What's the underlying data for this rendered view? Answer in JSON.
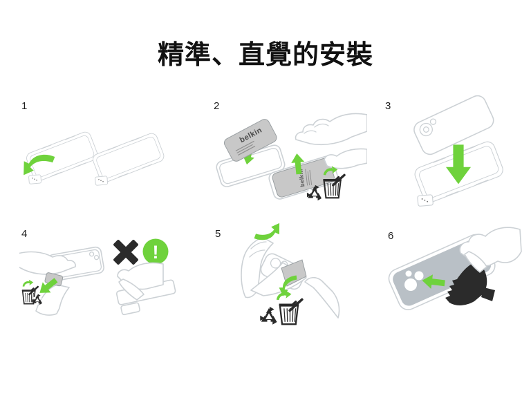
{
  "title": "精準、直覺的安裝",
  "film_brand": "belkin",
  "steps": [
    {
      "number": "1"
    },
    {
      "number": "2"
    },
    {
      "number": "3"
    },
    {
      "number": "4"
    },
    {
      "number": "5"
    },
    {
      "number": "6"
    }
  ],
  "icons": {
    "recycle": "♻",
    "trash": "🗑",
    "cross": "✕",
    "alert": "!",
    "arrow_up": "↑",
    "arrow_down": "↓",
    "arrow_left": "←"
  },
  "colors": {
    "accent_green": "#6fd23c",
    "film_gray": "#c8c8c8",
    "line_gray": "#ccd1d5",
    "dark": "#2b2b2b",
    "phone_back_gray": "#b9c0c6",
    "text": "#111111"
  }
}
